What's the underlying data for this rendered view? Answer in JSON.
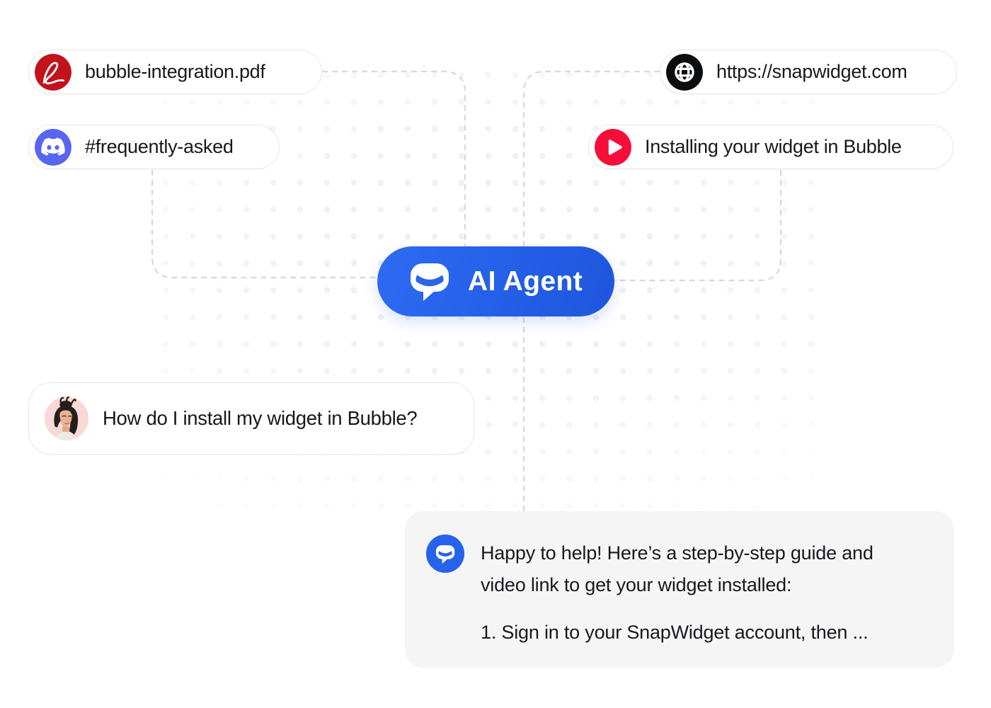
{
  "colors": {
    "accent_blue": "#2563eb",
    "pdf_red": "#c3121c",
    "discord_blurple": "#5865f2",
    "youtube_red": "#f70d3a",
    "globe_black": "#0c0d0f",
    "pill_border": "#e8e8ea",
    "dash_gray": "#d8d8da",
    "dot_gray": "#f0f0f1",
    "answer_bg": "#f5f5f6",
    "text_dark": "#16181c"
  },
  "sources": [
    {
      "id": "pdf",
      "label": "bubble-integration.pdf",
      "icon": "pdf-icon",
      "icon_color": "#c3121c"
    },
    {
      "id": "discord",
      "label": "#frequently-asked",
      "icon": "discord-icon",
      "icon_color": "#5865f2"
    },
    {
      "id": "website",
      "label": "https://snapwidget.com",
      "icon": "globe-icon",
      "icon_color": "#0c0d0f"
    },
    {
      "id": "video",
      "label": "Installing your widget in Bubble",
      "icon": "play-icon",
      "icon_color": "#f70d3a"
    }
  ],
  "agent": {
    "label": "AI Agent",
    "icon": "chat-bubble-icon"
  },
  "question": {
    "text": "How do I install my widget in Bubble?",
    "avatar": "user-avatar"
  },
  "answer": {
    "icon": "chat-bubble-icon",
    "lines": [
      "Happy to help! Here’s a step-by-step guide and",
      "video link to get your widget installed:"
    ],
    "list_item": "1. Sign in to your SnapWidget account, then ..."
  }
}
